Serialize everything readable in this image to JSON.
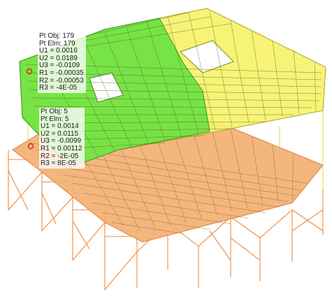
{
  "tooltips": [
    {
      "lines": [
        "Pt Obj: 179",
        "Pt Elm: 179",
        "U1 = 0.0016",
        "U2 = 0.0189",
        "U3 = -0.0109",
        "R1 = -0.00035",
        "R2 = -0.00053",
        "R3 = -4E-05"
      ]
    },
    {
      "lines": [
        "Pt Obj: 5",
        "Pt Elm: 5",
        "U1 = 0.0014",
        "U2 = 0.0115",
        "U3 = -0.0099",
        "R1 = 0.00112",
        "R2 = -2E-05",
        "R3 = 8E-05"
      ]
    }
  ],
  "colors": {
    "upper_mesh_green": "#66e040",
    "upper_mesh_yellow": "#f6f26a",
    "lower_mesh_orange": "#f2b072",
    "mesh_lines": "#5a5a2a",
    "frame_orange": "#f08a3c",
    "frame_yellow": "#e8d840",
    "marker_red": "#e02020"
  },
  "icons": [
    "point-marker-icon",
    "point-marker-icon"
  ]
}
